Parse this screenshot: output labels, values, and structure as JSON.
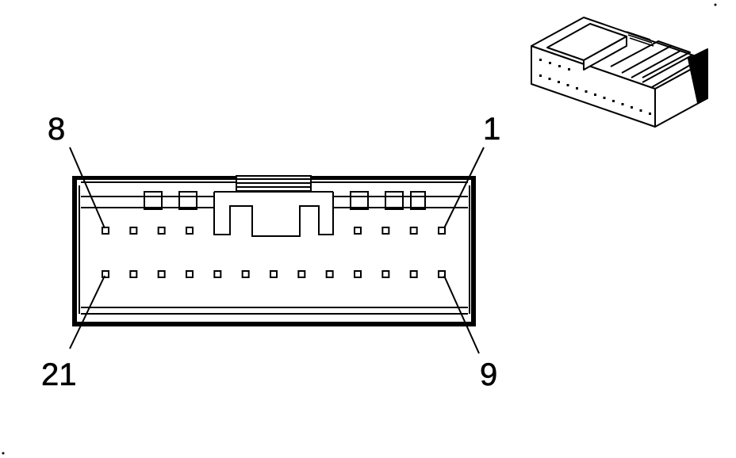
{
  "diagram": {
    "pin_labels": {
      "top_left": "8",
      "top_right": "1",
      "bottom_left": "21",
      "bottom_right": "9"
    },
    "pin_rows": {
      "top_row_count": 8,
      "bottom_row_count": 13
    },
    "line_color": "#000000",
    "background_color": "#ffffff"
  }
}
